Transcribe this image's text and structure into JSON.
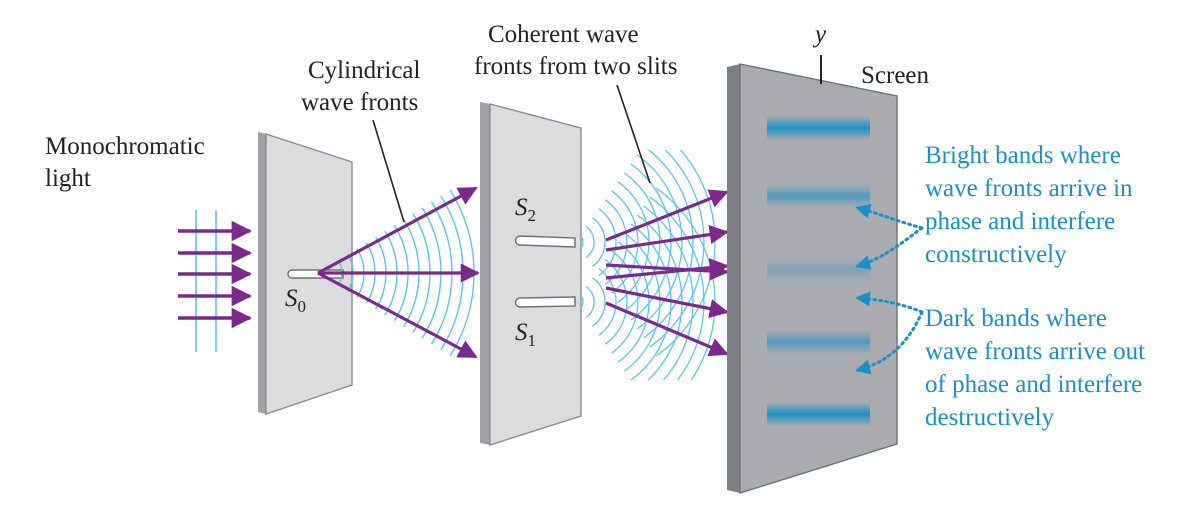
{
  "labels": {
    "monochromatic_line1": "Monochromatic",
    "monochromatic_line2": "light",
    "cylindrical_line1": "Cylindrical",
    "cylindrical_line2": "wave fronts",
    "coherent_line1": "Coherent wave",
    "coherent_line2": "fronts from two slits",
    "screen": "Screen",
    "y_axis": "y",
    "s0_letter": "S",
    "s0_sub": "0",
    "s1_letter": "S",
    "s1_sub": "1",
    "s2_letter": "S",
    "s2_sub": "2"
  },
  "annotations": {
    "bright": [
      "Bright bands where",
      "wave fronts arrive in",
      "phase and interfere",
      "constructively"
    ],
    "dark": [
      "Dark bands where",
      "wave fronts arrive out",
      "of phase and interfere",
      "destructively"
    ]
  },
  "colors": {
    "ray": "#7a2a8a",
    "wave": "#5bc6ea",
    "annotation": "#1a8fc9",
    "band": "#1e90c8",
    "panel": "#dcdcde",
    "screen": "#a9abae"
  },
  "bands": {
    "count": 5,
    "brightness": [
      1.0,
      0.6,
      0.3,
      0.6,
      1.0
    ]
  }
}
